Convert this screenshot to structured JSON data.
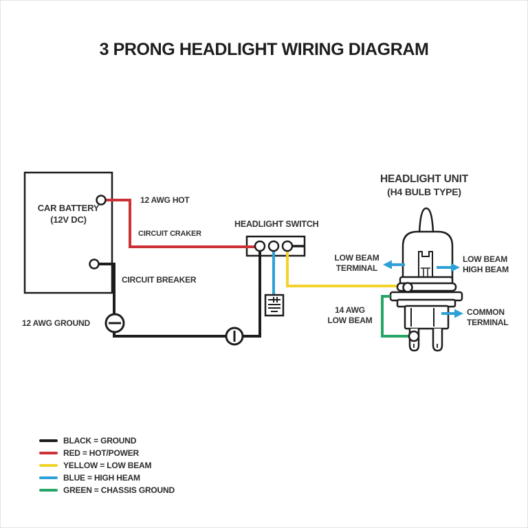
{
  "title": "3 PRONG HEADLIGHT WIRING DIAGRAM",
  "colors": {
    "outline": "#1c1c1c",
    "wire-black": "#1c1c1c",
    "wire-red": "#cb3137",
    "wire-yellow": "#f2d32b",
    "wire-blue": "#2ea0d8",
    "wire-green": "#27a567"
  },
  "battery": {
    "label_line1": "CAR BATTERY",
    "label_line2": "(12V DC)"
  },
  "labels": {
    "awg_hot": "12 AWG HOT",
    "circuit_craker": "CIRCUIT CRAKER",
    "headlight_switch": "HEADLIGHT SWITCH",
    "circuit_breaker": "CIRCUIT BREAKER",
    "awg_ground": "12 AWG GROUND",
    "unit_title_line1": "HEADLIGHT UNIT",
    "unit_title_line2": "(H4 BULB TYPE)",
    "low_beam_terminal_line1": "LOW BEAM",
    "low_beam_terminal_line2": "TERMINAL",
    "low_high_beam_line1": "LOW BEAM",
    "low_high_beam_line2": "HIGH BEAM",
    "awg_low_beam_line1": "14 AWG",
    "awg_low_beam_line2": "LOW BEAM",
    "common_terminal_line1": "COMMON",
    "common_terminal_line2": "TERMINAL"
  },
  "legend": {
    "items": [
      {
        "label": "BLACK = GROUND"
      },
      {
        "label": "RED = HOT/POWER"
      },
      {
        "label": "YELLOW = LOW BEAM"
      },
      {
        "label": "BLUE = HIGH HEAM"
      },
      {
        "label": "GREEN = CHASSIS GROUND"
      }
    ]
  }
}
